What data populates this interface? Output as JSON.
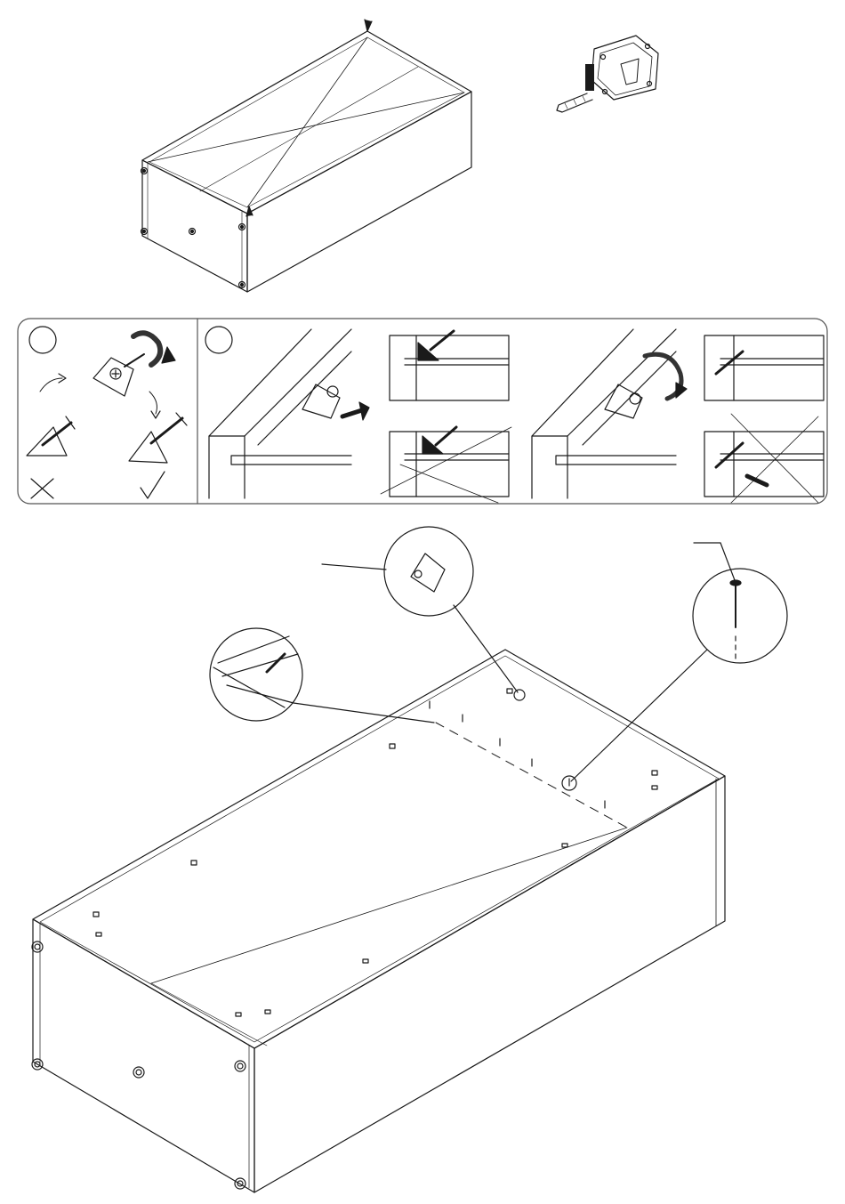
{
  "instruction_sheet": {
    "ink_color": "#1a1a1a",
    "paper_color": "#ffffff",
    "panel_stroke_color": "#555555",
    "steps": {
      "check_square": {
        "icon": "cabinet-diagonal-check"
      },
      "measure": {
        "icon": "tape-measure-icon"
      },
      "fitting_detail": {
        "circle_markers": [
          "",
          ""
        ],
        "verdicts": {
          "wrong": "cross-mark-icon",
          "right": "check-mark-icon"
        }
      },
      "back_panel": {
        "callouts": [
          "corner-block-callout",
          "nail-callout",
          "edge-callout"
        ]
      }
    }
  }
}
